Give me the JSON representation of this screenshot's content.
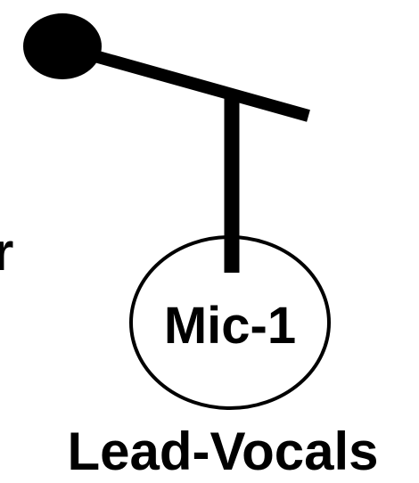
{
  "diagram": {
    "left_edge_fragment": "r",
    "mic": {
      "label": "Mic-1",
      "icon": "microphone-stand-icon"
    },
    "caption": "Lead-Vocals",
    "colors": {
      "ink": "#000000",
      "background": "#ffffff"
    }
  }
}
